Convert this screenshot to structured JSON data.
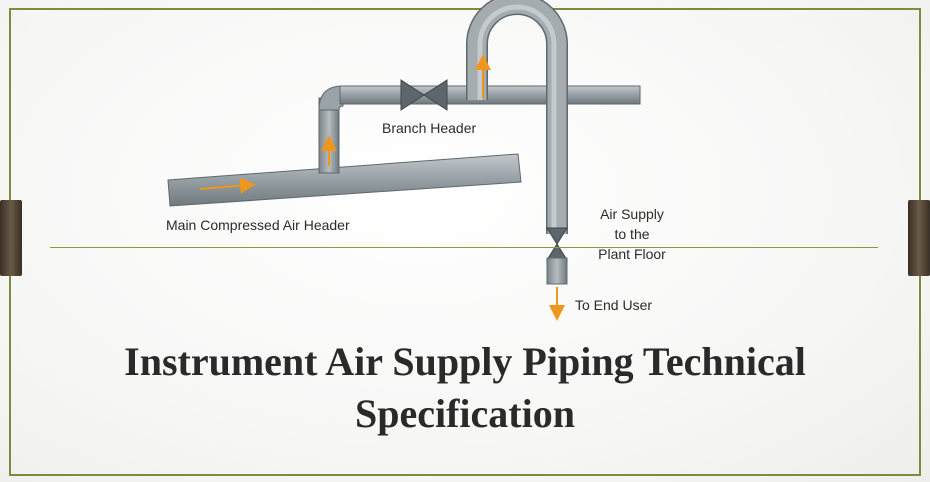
{
  "labels": {
    "branch_header": "Branch Header",
    "main_header": "Main Compressed Air Header",
    "air_supply": [
      "Air Supply",
      "to the",
      "Plant Floor"
    ],
    "end_user": "To End User"
  },
  "title": [
    "Instrument Air Supply Piping Technical",
    "Specification"
  ],
  "colors": {
    "border": "#7d8b3c",
    "pipe": "#8a9499",
    "arrow": "#f0961e",
    "text": "#2a2a2a"
  },
  "icons": [
    "valve-icon",
    "flow-arrow-icon"
  ]
}
